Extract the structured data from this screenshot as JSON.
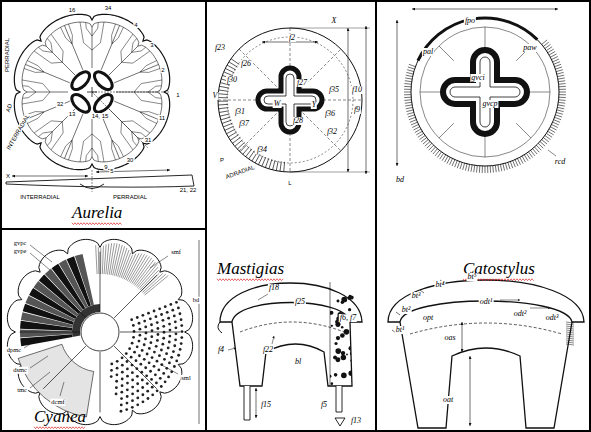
{
  "diagram": {
    "nodes": [
      {
        "text": [
          "Aurelia"
        ]
      },
      {
        "text": [
          "Mastigias"
        ]
      },
      {
        "text": [
          "Catostylus"
        ]
      },
      {
        "text": [
          "Cyanea"
        ]
      }
    ],
    "labels": [
      "PERRADIAL",
      "AD",
      "INTERRADIAL",
      "16",
      "34",
      "4",
      "3",
      "2",
      "1",
      "11",
      "32",
      "13",
      "14, 15",
      "31",
      "30",
      "9",
      "X",
      "INTERRADIAL",
      "PERRADIAL",
      "5",
      "21, 22",
      "gvpc",
      "gvpe",
      "dpmc",
      "dsmc",
      "tmc",
      "dcmf",
      "smf",
      "bd",
      "sml",
      "f23",
      "f2",
      "X",
      "f26",
      "f30",
      "f35",
      "V",
      "W",
      "f27",
      "Y",
      "f31",
      "f36",
      "f37",
      "f28",
      "f32",
      "f34",
      "f10",
      "f9",
      "P",
      "ADRADIAL",
      "L",
      "f18",
      "f25",
      "f6, f7",
      "f4",
      "f22",
      "bl",
      "f15",
      "f5",
      "f13",
      "fpo",
      "pal",
      "paw",
      "gvci",
      "gvcp",
      "rcd",
      "bd",
      "bt⁵",
      "bt⁴",
      "bt³",
      "bt²",
      "bt¹",
      "opt",
      "odt¹",
      "odt²",
      "odt³",
      "oas",
      "oat"
    ]
  }
}
